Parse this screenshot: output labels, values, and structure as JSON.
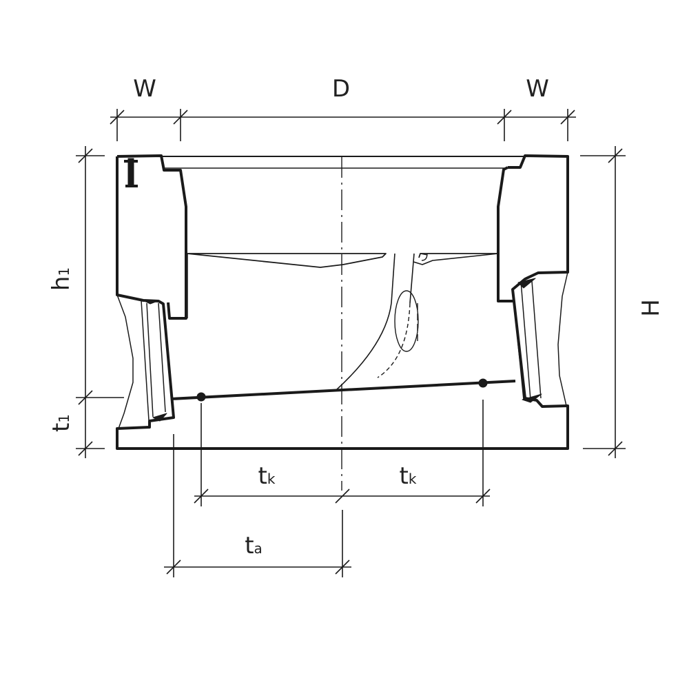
{
  "colors": {
    "line": "#1a1a1a",
    "background": "#ffffff"
  },
  "dimensions": {
    "w_left": "W",
    "d": "D",
    "w_right": "W",
    "h": "H",
    "h1": {
      "main": "h",
      "sub": "1"
    },
    "t1": {
      "main": "t",
      "sub": "1"
    },
    "tk_left": {
      "main": "t",
      "sub": "k"
    },
    "tk_right": {
      "main": "t",
      "sub": "k"
    },
    "ta": {
      "main": "t",
      "sub": "a"
    }
  }
}
